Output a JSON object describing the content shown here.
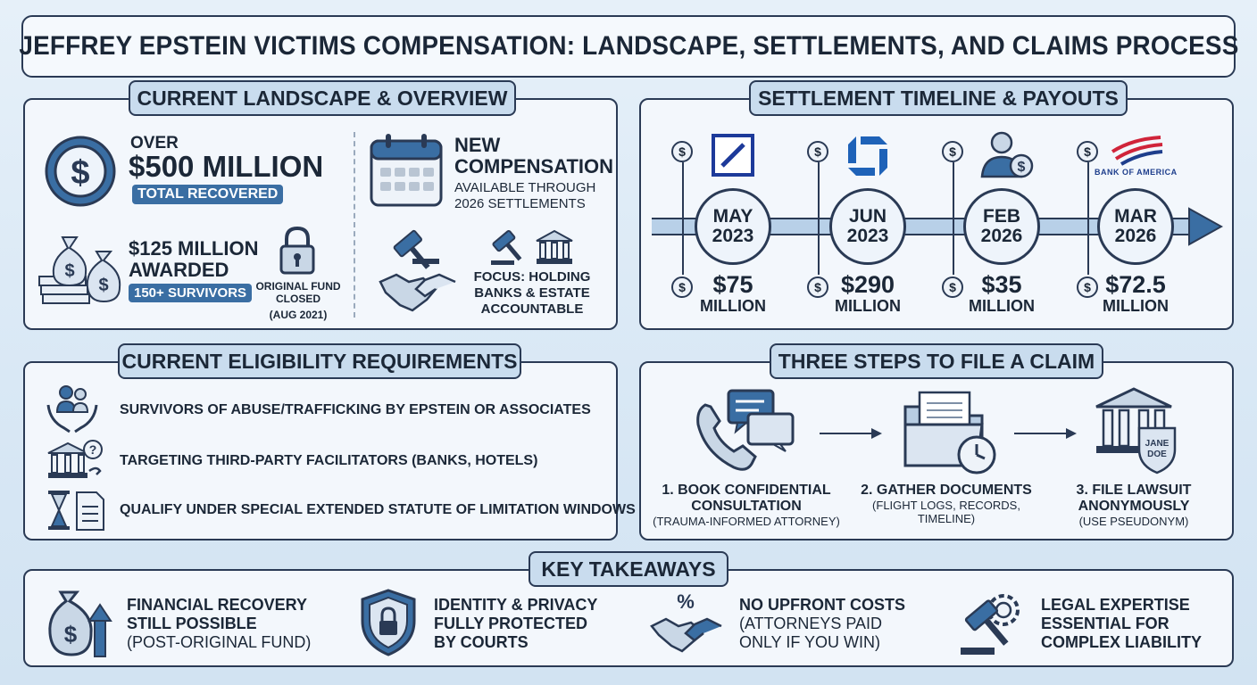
{
  "title": "JEFFREY EPSTEIN VICTIMS COMPENSATION: LANDSCAPE, SETTLEMENTS, AND CLAIMS PROCESS",
  "landscape": {
    "heading": "CURRENT LANDSCAPE & OVERVIEW",
    "total_prefix": "OVER",
    "total_amount": "$500 MILLION",
    "total_badge": "TOTAL RECOVERED",
    "awarded_amount": "$125 MILLION",
    "awarded_label": "AWARDED",
    "survivors_badge": "150+ SURVIVORS",
    "fund_status": "ORIGINAL FUND CLOSED",
    "fund_date": "(AUG 2021)",
    "new_comp_title_1": "NEW",
    "new_comp_title_2": "COMPENSATION",
    "new_comp_sub_1": "AVAILABLE THROUGH",
    "new_comp_sub_2": "2026 SETTLEMENTS",
    "focus_1": "FOCUS: HOLDING",
    "focus_2": "BANKS & ESTATE",
    "focus_3": "ACCOUNTABLE"
  },
  "timeline": {
    "heading": "SETTLEMENT TIMELINE & PAYOUTS",
    "boa_logo_text": "BANK OF AMERICA",
    "events": [
      {
        "month": "MAY",
        "year": "2023",
        "amount": "$75",
        "unit": "MILLION"
      },
      {
        "month": "JUN",
        "year": "2023",
        "amount": "$290",
        "unit": "MILLION"
      },
      {
        "month": "FEB",
        "year": "2026",
        "amount": "$35",
        "unit": "MILLION"
      },
      {
        "month": "MAR",
        "year": "2026",
        "amount": "$72.5",
        "unit": "MILLION"
      }
    ]
  },
  "eligibility": {
    "heading": "CURRENT ELIGIBILITY REQUIREMENTS",
    "items": [
      "SURVIVORS OF ABUSE/TRAFFICKING BY EPSTEIN OR ASSOCIATES",
      "TARGETING THIRD-PARTY FACILITATORS (BANKS, HOTELS)",
      "QUALIFY UNDER SPECIAL EXTENDED STATUTE OF LIMITATION WINDOWS"
    ]
  },
  "steps": {
    "heading": "THREE STEPS TO FILE A CLAIM",
    "items": [
      {
        "title_1": "1. BOOK CONFIDENTIAL",
        "title_2": "CONSULTATION",
        "sub_1": "(TRAUMA-INFORMED ATTORNEY)",
        "sub_2": ""
      },
      {
        "title_1": "2. GATHER DOCUMENTS",
        "title_2": "",
        "sub_1": "(FLIGHT LOGS, RECORDS,",
        "sub_2": "TIMELINE)"
      },
      {
        "title_1": "3. FILE LAWSUIT",
        "title_2": "ANONYMOUSLY",
        "sub_1": "(USE PSEUDONYM)",
        "sub_2": ""
      }
    ],
    "doc_label_1": "JANE",
    "doc_label_2": "DOE"
  },
  "takeaways": {
    "heading": "KEY TAKEAWAYS",
    "items": [
      {
        "l1": "FINANCIAL RECOVERY",
        "l2": "STILL POSSIBLE",
        "l3": "(POST-ORIGINAL FUND)"
      },
      {
        "l1": "IDENTITY & PRIVACY",
        "l2": "FULLY PROTECTED",
        "l3": "BY COURTS"
      },
      {
        "l1": "NO UPFRONT COSTS",
        "l2": "(ATTORNEYS PAID",
        "l3": "ONLY IF YOU WIN)"
      },
      {
        "l1": "LEGAL EXPERTISE",
        "l2": "ESSENTIAL FOR",
        "l3": "COMPLEX LIABILITY"
      }
    ]
  },
  "colors": {
    "navy": "#2a3a55",
    "accent": "#3a6ea3",
    "pill": "#c9dcee",
    "panel": "#f3f7fc"
  }
}
